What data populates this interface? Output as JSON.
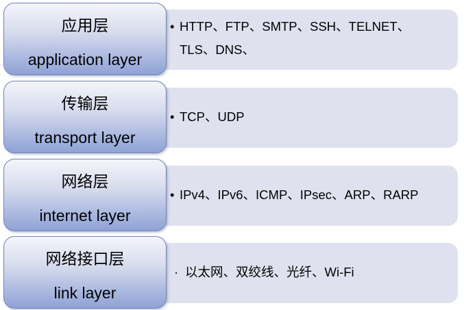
{
  "layers": [
    {
      "name_cn": "应用层",
      "name_en": "application layer",
      "bullet": "•",
      "protocols_line1": "HTTP、FTP、SMTP、SSH、TELNET、",
      "protocols_line2": "TLS、DNS、"
    },
    {
      "name_cn": "传输层",
      "name_en": "transport layer",
      "bullet": "•",
      "protocols_line1": "TCP、UDP"
    },
    {
      "name_cn": "网络层",
      "name_en": "internet layer",
      "bullet": "•",
      "protocols_line1": "IPv4、IPv6、ICMP、IPsec、ARP、RARP"
    },
    {
      "name_cn": "网络接口层",
      "name_en": "link layer",
      "bullet": "·",
      "protocols_line1": "以太网、双绞线、光纤、Wi-Fi"
    }
  ]
}
